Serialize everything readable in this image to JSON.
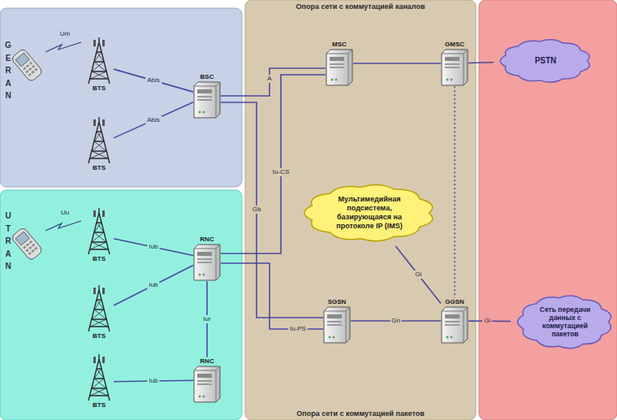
{
  "diagram": {
    "nodes": [
      {
        "text": [
          "GERAN"
        ]
      },
      {
        "text": [
          "BTS"
        ],
        "in": 0
      },
      {
        "text": [
          "BTS"
        ],
        "in": 0
      },
      {
        "text": [
          "BSC"
        ],
        "in": 0
      },
      {
        "text": [
          "UTRAN"
        ]
      },
      {
        "text": [
          "BTS"
        ],
        "in": 4
      },
      {
        "text": [
          "RNC"
        ],
        "in": 4
      },
      {
        "text": [
          "BTS"
        ],
        "in": 4
      },
      {
        "text": [
          "BTS"
        ],
        "in": 4
      },
      {
        "text": [
          "RNC"
        ],
        "in": 4
      },
      {
        "text": [
          "Опора сети с коммутацией каналов",
          "Опора сети с коммутацией пакетов"
        ]
      },
      {
        "text": [
          "MSC"
        ],
        "in": 10
      },
      {
        "text": [
          "GMSC"
        ],
        "in": 10
      },
      {
        "text": [
          "Мультимедийная подсистема, базирующаяся на протоколе IP (IMS)"
        ],
        "in": 10
      },
      {
        "text": [
          "SGSN"
        ],
        "in": 10
      },
      {
        "text": [
          "GGSN"
        ],
        "in": 10
      },
      {
        "text": [
          "PSTN"
        ]
      },
      {
        "text": [
          "Сеть передачи данных с коммутацией пакетов"
        ]
      }
    ],
    "edges": [
      {
        "from": 1,
        "to": 3,
        "label": "Abis",
        "arrow": "none"
      },
      {
        "from": 2,
        "to": 3,
        "label": "Abis",
        "arrow": "none"
      },
      {
        "from": 3,
        "to": 11,
        "label": "A",
        "arrow": "none"
      },
      {
        "from": 3,
        "to": 14,
        "label": "Gb",
        "arrow": "none"
      },
      {
        "from": 6,
        "to": 11,
        "label": "Iu-CS",
        "arrow": "none"
      },
      {
        "from": 6,
        "to": 14,
        "label": "Iu-PS",
        "arrow": "none"
      },
      {
        "from": 5,
        "to": 6,
        "label": "Iub",
        "arrow": "none"
      },
      {
        "from": 7,
        "to": 6,
        "label": "Iub",
        "arrow": "none"
      },
      {
        "from": 6,
        "to": 9,
        "label": "Iur",
        "arrow": "none"
      },
      {
        "from": 8,
        "to": 9,
        "label": "Iub",
        "arrow": "none"
      },
      {
        "from": 11,
        "to": 12,
        "arrow": "none"
      },
      {
        "from": 12,
        "to": 16,
        "arrow": "none"
      },
      {
        "from": 14,
        "to": 15,
        "label": "Gn",
        "arrow": "none"
      },
      {
        "from": 15,
        "to": 17,
        "label": "Gi",
        "arrow": "none"
      },
      {
        "from": 15,
        "to": 13,
        "label": "Gi",
        "arrow": "none"
      },
      {
        "from": 12,
        "to": 15,
        "arrow": "none"
      }
    ],
    "labels": [
      "Um",
      "Uu"
    ]
  }
}
